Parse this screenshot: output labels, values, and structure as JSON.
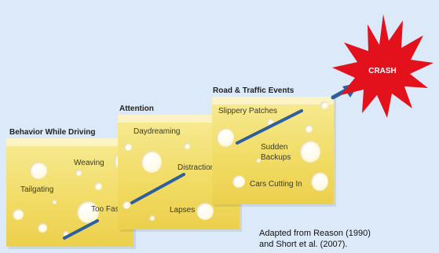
{
  "stages": [
    {
      "title": "Behavior While Driving",
      "items": [
        "Weaving",
        "Tailgating",
        "Too Fast"
      ]
    },
    {
      "title": "Attention",
      "items": [
        "Daydreaming",
        "Distraction",
        "Lapses"
      ]
    },
    {
      "title": "Road & Traffic Events",
      "items": [
        "Slippery Patches",
        "Sudden Backups",
        "Cars Cutting In"
      ]
    }
  ],
  "outcome": "CRASH",
  "credit": {
    "line1": "Adapted from Reason (1990)",
    "line2": "and Short et al. (2007)."
  },
  "colors": {
    "background": "#dce9f8",
    "cheese": "#f1db63",
    "arrow": "#2c5f9e",
    "burst": "#e3111b"
  }
}
